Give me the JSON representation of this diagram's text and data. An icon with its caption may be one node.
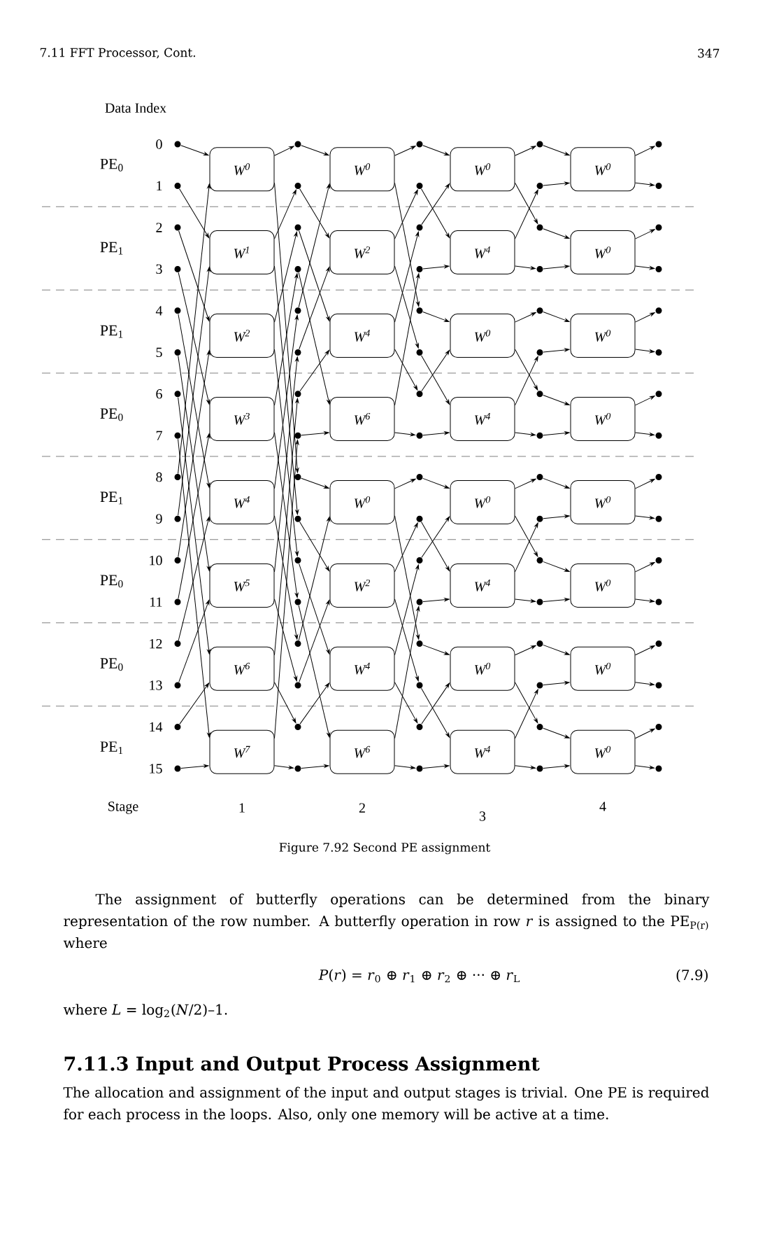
{
  "diagram": {
    "caption": "Figure 7.92 Second PE assignment",
    "nodes": [
      {
        "text": [],
        "shape": "circle",
        "beside": [
          "0"
        ]
      },
      {
        "text": [],
        "shape": "circle",
        "beside": [
          "1"
        ]
      },
      {
        "text": [],
        "shape": "circle",
        "beside": [
          "2"
        ]
      },
      {
        "text": [],
        "shape": "circle",
        "beside": [
          "3"
        ]
      },
      {
        "text": [],
        "shape": "circle",
        "beside": [
          "4"
        ]
      },
      {
        "text": [],
        "shape": "circle",
        "beside": [
          "5"
        ]
      },
      {
        "text": [],
        "shape": "circle",
        "beside": [
          "6"
        ]
      },
      {
        "text": [],
        "shape": "circle",
        "beside": [
          "7"
        ]
      },
      {
        "text": [],
        "shape": "circle",
        "beside": [
          "8"
        ]
      },
      {
        "text": [],
        "shape": "circle",
        "beside": [
          "9"
        ]
      },
      {
        "text": [],
        "shape": "circle",
        "beside": [
          "10"
        ]
      },
      {
        "text": [],
        "shape": "circle",
        "beside": [
          "11"
        ]
      },
      {
        "text": [],
        "shape": "circle",
        "beside": [
          "12"
        ]
      },
      {
        "text": [],
        "shape": "circle",
        "beside": [
          "13"
        ]
      },
      {
        "text": [],
        "shape": "circle",
        "beside": [
          "14"
        ]
      },
      {
        "text": [],
        "shape": "circle",
        "beside": [
          "15"
        ]
      },
      {
        "text": [
          "W$^{0}$"
        ]
      },
      {
        "text": [
          "W$^{1}$"
        ]
      },
      {
        "text": [
          "W$^{2}$"
        ]
      },
      {
        "text": [
          "W$^{3}$"
        ]
      },
      {
        "text": [
          "W$^{4}$"
        ]
      },
      {
        "text": [
          "W$^{5}$"
        ]
      },
      {
        "text": [
          "W$^{6}$"
        ]
      },
      {
        "text": [
          "W$^{7}$"
        ]
      },
      {
        "text": [],
        "shape": "circle"
      },
      {
        "text": [],
        "shape": "circle"
      },
      {
        "text": [],
        "shape": "circle"
      },
      {
        "text": [],
        "shape": "circle"
      },
      {
        "text": [],
        "shape": "circle"
      },
      {
        "text": [],
        "shape": "circle"
      },
      {
        "text": [],
        "shape": "circle"
      },
      {
        "text": [],
        "shape": "circle"
      },
      {
        "text": [],
        "shape": "circle"
      },
      {
        "text": [],
        "shape": "circle"
      },
      {
        "text": [],
        "shape": "circle"
      },
      {
        "text": [],
        "shape": "circle"
      },
      {
        "text": [],
        "shape": "circle"
      },
      {
        "text": [],
        "shape": "circle"
      },
      {
        "text": [],
        "shape": "circle"
      },
      {
        "text": [],
        "shape": "circle"
      },
      {
        "text": [
          "W$^{0}$"
        ]
      },
      {
        "text": [
          "W$^{2}$"
        ]
      },
      {
        "text": [
          "W$^{4}$"
        ]
      },
      {
        "text": [
          "W$^{6}$"
        ]
      },
      {
        "text": [
          "W$^{0}$"
        ]
      },
      {
        "text": [
          "W$^{2}$"
        ]
      },
      {
        "text": [
          "W$^{4}$"
        ]
      },
      {
        "text": [
          "W$^{6}$"
        ]
      },
      {
        "text": [],
        "shape": "circle"
      },
      {
        "text": [],
        "shape": "circle"
      },
      {
        "text": [],
        "shape": "circle"
      },
      {
        "text": [],
        "shape": "circle"
      },
      {
        "text": [],
        "shape": "circle"
      },
      {
        "text": [],
        "shape": "circle"
      },
      {
        "text": [],
        "shape": "circle"
      },
      {
        "text": [],
        "shape": "circle"
      },
      {
        "text": [],
        "shape": "circle"
      },
      {
        "text": [],
        "shape": "circle"
      },
      {
        "text": [],
        "shape": "circle"
      },
      {
        "text": [],
        "shape": "circle"
      },
      {
        "text": [],
        "shape": "circle"
      },
      {
        "text": [],
        "shape": "circle"
      },
      {
        "text": [],
        "shape": "circle"
      },
      {
        "text": [],
        "shape": "circle"
      },
      {
        "text": [
          "W$^{0}$"
        ]
      },
      {
        "text": [
          "W$^{4}$"
        ]
      },
      {
        "text": [
          "W$^{0}$"
        ]
      },
      {
        "text": [
          "W$^{4}$"
        ]
      },
      {
        "text": [
          "W$^{0}$"
        ]
      },
      {
        "text": [
          "W$^{4}$"
        ]
      },
      {
        "text": [
          "W$^{0}$"
        ]
      },
      {
        "text": [
          "W$^{4}$"
        ]
      },
      {
        "text": [],
        "shape": "circle"
      },
      {
        "text": [],
        "shape": "circle"
      },
      {
        "text": [],
        "shape": "circle"
      },
      {
        "text": [],
        "shape": "circle"
      },
      {
        "text": [],
        "shape": "circle"
      },
      {
        "text": [],
        "shape": "circle"
      },
      {
        "text": [],
        "shape": "circle"
      },
      {
        "text": [],
        "shape": "circle"
      },
      {
        "text": [],
        "shape": "circle"
      },
      {
        "text": [],
        "shape": "circle"
      },
      {
        "text": [],
        "shape": "circle"
      },
      {
        "text": [],
        "shape": "circle"
      },
      {
        "text": [],
        "shape": "circle"
      },
      {
        "text": [],
        "shape": "circle"
      },
      {
        "text": [],
        "shape": "circle"
      },
      {
        "text": [],
        "shape": "circle"
      },
      {
        "text": [
          "W$^{0}$"
        ]
      },
      {
        "text": [
          "W$^{0}$"
        ]
      },
      {
        "text": [
          "W$^{0}$"
        ]
      },
      {
        "text": [
          "W$^{0}$"
        ]
      },
      {
        "text": [
          "W$^{0}$"
        ]
      },
      {
        "text": [
          "W$^{0}$"
        ]
      },
      {
        "text": [
          "W$^{0}$"
        ]
      },
      {
        "text": [
          "W$^{0}$"
        ]
      },
      {
        "text": [],
        "shape": "circle"
      },
      {
        "text": [],
        "shape": "circle"
      },
      {
        "text": [],
        "shape": "circle"
      },
      {
        "text": [],
        "shape": "circle"
      },
      {
        "text": [],
        "shape": "circle"
      },
      {
        "text": [],
        "shape": "circle"
      },
      {
        "text": [],
        "shape": "circle"
      },
      {
        "text": [],
        "shape": "circle"
      },
      {
        "text": [],
        "shape": "circle"
      },
      {
        "text": [],
        "shape": "circle"
      },
      {
        "text": [],
        "shape": "circle"
      },
      {
        "text": [],
        "shape": "circle"
      },
      {
        "text": [],
        "shape": "circle"
      },
      {
        "text": [],
        "shape": "circle"
      },
      {
        "text": [],
        "shape": "circle"
      },
      {
        "text": [],
        "shape": "circle"
      }
    ],
    "edges": [
      {
        "from": 0,
        "to": 16,
        "arrow": "to"
      },
      {
        "from": 8,
        "to": 16,
        "arrow": "to"
      },
      {
        "from": 16,
        "to": 24,
        "arrow": "to"
      },
      {
        "from": 16,
        "to": 32,
        "arrow": "to"
      },
      {
        "from": 1,
        "to": 17,
        "arrow": "to"
      },
      {
        "from": 9,
        "to": 17,
        "arrow": "to"
      },
      {
        "from": 17,
        "to": 25,
        "arrow": "to"
      },
      {
        "from": 17,
        "to": 33,
        "arrow": "to"
      },
      {
        "from": 2,
        "to": 18,
        "arrow": "to"
      },
      {
        "from": 10,
        "to": 18,
        "arrow": "to"
      },
      {
        "from": 18,
        "to": 26,
        "arrow": "to"
      },
      {
        "from": 18,
        "to": 34,
        "arrow": "to"
      },
      {
        "from": 3,
        "to": 19,
        "arrow": "to"
      },
      {
        "from": 11,
        "to": 19,
        "arrow": "to"
      },
      {
        "from": 19,
        "to": 27,
        "arrow": "to"
      },
      {
        "from": 19,
        "to": 35,
        "arrow": "to"
      },
      {
        "from": 4,
        "to": 20,
        "arrow": "to"
      },
      {
        "from": 12,
        "to": 20,
        "arrow": "to"
      },
      {
        "from": 20,
        "to": 28,
        "arrow": "to"
      },
      {
        "from": 20,
        "to": 36,
        "arrow": "to"
      },
      {
        "from": 5,
        "to": 21,
        "arrow": "to"
      },
      {
        "from": 13,
        "to": 21,
        "arrow": "to"
      },
      {
        "from": 21,
        "to": 29,
        "arrow": "to"
      },
      {
        "from": 21,
        "to": 37,
        "arrow": "to"
      },
      {
        "from": 6,
        "to": 22,
        "arrow": "to"
      },
      {
        "from": 14,
        "to": 22,
        "arrow": "to"
      },
      {
        "from": 22,
        "to": 30,
        "arrow": "to"
      },
      {
        "from": 22,
        "to": 38,
        "arrow": "to"
      },
      {
        "from": 7,
        "to": 23,
        "arrow": "to"
      },
      {
        "from": 15,
        "to": 23,
        "arrow": "to"
      },
      {
        "from": 23,
        "to": 31,
        "arrow": "to"
      },
      {
        "from": 23,
        "to": 39,
        "arrow": "to"
      },
      {
        "from": 24,
        "to": 40,
        "arrow": "to"
      },
      {
        "from": 28,
        "to": 40,
        "arrow": "to"
      },
      {
        "from": 40,
        "to": 48,
        "arrow": "to"
      },
      {
        "from": 40,
        "to": 52,
        "arrow": "to"
      },
      {
        "from": 25,
        "to": 41,
        "arrow": "to"
      },
      {
        "from": 29,
        "to": 41,
        "arrow": "to"
      },
      {
        "from": 41,
        "to": 49,
        "arrow": "to"
      },
      {
        "from": 41,
        "to": 53,
        "arrow": "to"
      },
      {
        "from": 26,
        "to": 42,
        "arrow": "to"
      },
      {
        "from": 30,
        "to": 42,
        "arrow": "to"
      },
      {
        "from": 42,
        "to": 50,
        "arrow": "to"
      },
      {
        "from": 42,
        "to": 54,
        "arrow": "to"
      },
      {
        "from": 27,
        "to": 43,
        "arrow": "to"
      },
      {
        "from": 31,
        "to": 43,
        "arrow": "to"
      },
      {
        "from": 43,
        "to": 51,
        "arrow": "to"
      },
      {
        "from": 43,
        "to": 55,
        "arrow": "to"
      },
      {
        "from": 32,
        "to": 44,
        "arrow": "to"
      },
      {
        "from": 36,
        "to": 44,
        "arrow": "to"
      },
      {
        "from": 44,
        "to": 56,
        "arrow": "to"
      },
      {
        "from": 44,
        "to": 60,
        "arrow": "to"
      },
      {
        "from": 33,
        "to": 45,
        "arrow": "to"
      },
      {
        "from": 37,
        "to": 45,
        "arrow": "to"
      },
      {
        "from": 45,
        "to": 57,
        "arrow": "to"
      },
      {
        "from": 45,
        "to": 61,
        "arrow": "to"
      },
      {
        "from": 34,
        "to": 46,
        "arrow": "to"
      },
      {
        "from": 38,
        "to": 46,
        "arrow": "to"
      },
      {
        "from": 46,
        "to": 58,
        "arrow": "to"
      },
      {
        "from": 46,
        "to": 62,
        "arrow": "to"
      },
      {
        "from": 35,
        "to": 47,
        "arrow": "to"
      },
      {
        "from": 39,
        "to": 47,
        "arrow": "to"
      },
      {
        "from": 47,
        "to": 59,
        "arrow": "to"
      },
      {
        "from": 47,
        "to": 63,
        "arrow": "to"
      },
      {
        "from": 48,
        "to": 64,
        "arrow": "to"
      },
      {
        "from": 50,
        "to": 64,
        "arrow": "to"
      },
      {
        "from": 64,
        "to": 72,
        "arrow": "to"
      },
      {
        "from": 64,
        "to": 74,
        "arrow": "to"
      },
      {
        "from": 49,
        "to": 65,
        "arrow": "to"
      },
      {
        "from": 51,
        "to": 65,
        "arrow": "to"
      },
      {
        "from": 65,
        "to": 73,
        "arrow": "to"
      },
      {
        "from": 65,
        "to": 75,
        "arrow": "to"
      },
      {
        "from": 52,
        "to": 66,
        "arrow": "to"
      },
      {
        "from": 54,
        "to": 66,
        "arrow": "to"
      },
      {
        "from": 66,
        "to": 76,
        "arrow": "to"
      },
      {
        "from": 66,
        "to": 78,
        "arrow": "to"
      },
      {
        "from": 53,
        "to": 67,
        "arrow": "to"
      },
      {
        "from": 55,
        "to": 67,
        "arrow": "to"
      },
      {
        "from": 67,
        "to": 77,
        "arrow": "to"
      },
      {
        "from": 67,
        "to": 79,
        "arrow": "to"
      },
      {
        "from": 56,
        "to": 68,
        "arrow": "to"
      },
      {
        "from": 58,
        "to": 68,
        "arrow": "to"
      },
      {
        "from": 68,
        "to": 80,
        "arrow": "to"
      },
      {
        "from": 68,
        "to": 82,
        "arrow": "to"
      },
      {
        "from": 57,
        "to": 69,
        "arrow": "to"
      },
      {
        "from": 59,
        "to": 69,
        "arrow": "to"
      },
      {
        "from": 69,
        "to": 81,
        "arrow": "to"
      },
      {
        "from": 69,
        "to": 83,
        "arrow": "to"
      },
      {
        "from": 60,
        "to": 70,
        "arrow": "to"
      },
      {
        "from": 62,
        "to": 70,
        "arrow": "to"
      },
      {
        "from": 70,
        "to": 84,
        "arrow": "to"
      },
      {
        "from": 70,
        "to": 86,
        "arrow": "to"
      },
      {
        "from": 61,
        "to": 71,
        "arrow": "to"
      },
      {
        "from": 63,
        "to": 71,
        "arrow": "to"
      },
      {
        "from": 71,
        "to": 85,
        "arrow": "to"
      },
      {
        "from": 71,
        "to": 87,
        "arrow": "to"
      },
      {
        "from": 72,
        "to": 88,
        "arrow": "to"
      },
      {
        "from": 73,
        "to": 88,
        "arrow": "to"
      },
      {
        "from": 88,
        "to": 96,
        "arrow": "to"
      },
      {
        "from": 88,
        "to": 97,
        "arrow": "to"
      },
      {
        "from": 74,
        "to": 89,
        "arrow": "to"
      },
      {
        "from": 75,
        "to": 89,
        "arrow": "to"
      },
      {
        "from": 89,
        "to": 98,
        "arrow": "to"
      },
      {
        "from": 89,
        "to": 99,
        "arrow": "to"
      },
      {
        "from": 76,
        "to": 90,
        "arrow": "to"
      },
      {
        "from": 77,
        "to": 90,
        "arrow": "to"
      },
      {
        "from": 90,
        "to": 100,
        "arrow": "to"
      },
      {
        "from": 90,
        "to": 101,
        "arrow": "to"
      },
      {
        "from": 78,
        "to": 91,
        "arrow": "to"
      },
      {
        "from": 79,
        "to": 91,
        "arrow": "to"
      },
      {
        "from": 91,
        "to": 102,
        "arrow": "to"
      },
      {
        "from": 91,
        "to": 103,
        "arrow": "to"
      },
      {
        "from": 80,
        "to": 92,
        "arrow": "to"
      },
      {
        "from": 81,
        "to": 92,
        "arrow": "to"
      },
      {
        "from": 92,
        "to": 104,
        "arrow": "to"
      },
      {
        "from": 92,
        "to": 105,
        "arrow": "to"
      },
      {
        "from": 82,
        "to": 93,
        "arrow": "to"
      },
      {
        "from": 83,
        "to": 93,
        "arrow": "to"
      },
      {
        "from": 93,
        "to": 106,
        "arrow": "to"
      },
      {
        "from": 93,
        "to": 107,
        "arrow": "to"
      },
      {
        "from": 84,
        "to": 94,
        "arrow": "to"
      },
      {
        "from": 85,
        "to": 94,
        "arrow": "to"
      },
      {
        "from": 94,
        "to": 108,
        "arrow": "to"
      },
      {
        "from": 94,
        "to": 109,
        "arrow": "to"
      },
      {
        "from": 86,
        "to": 95,
        "arrow": "to"
      },
      {
        "from": 87,
        "to": 95,
        "arrow": "to"
      },
      {
        "from": 95,
        "to": 110,
        "arrow": "to"
      },
      {
        "from": 95,
        "to": 111,
        "arrow": "to"
      }
    ],
    "labels": [
      "7.11 FFT Processor, Cont.",
      "347",
      "Data Index",
      "PE$_{0}$",
      "PE$_{1}$",
      "PE$_{1}$",
      "PE$_{0}$",
      "PE$_{1}$",
      "PE$_{0}$",
      "PE$_{0}$",
      "PE$_{1}$",
      "Stage",
      "1",
      "2",
      "3",
      "4",
      "The assignment of butterfly operations can be determined from the binary representation of the row number. A butterfly operation in row *r* is assigned to the PE$_{P(r)}$ where",
      "*P*(*r*) = *r*$_{0}$ ⊕ *r*$_{1}$ ⊕ *r*$_{2}$ ⊕ ··· ⊕ *r*$_{L}$",
      "(7.9)",
      "where *L* = log$_{2}$(*N*/2)–1.",
      "7.11.3 Input and Output Process Assignment",
      "The allocation and assignment of the input and output stages is trivial. One PE is required for each process in the loops. Also, only one memory will be active at a time."
    ]
  }
}
